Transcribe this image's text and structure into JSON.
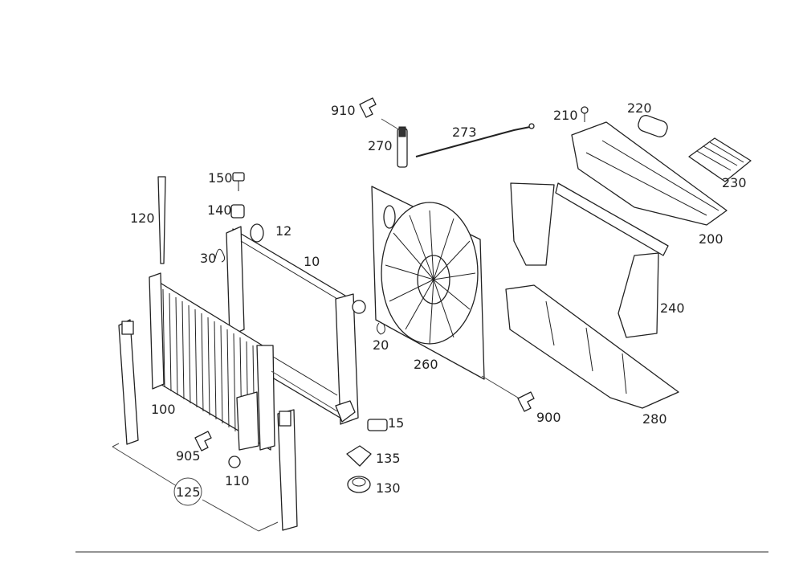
{
  "labels": {
    "l10": "10",
    "l12": "12",
    "l15": "15",
    "l20": "20",
    "l30": "30",
    "l100": "100",
    "l110": "110",
    "l120": "120",
    "l125": "125",
    "l130": "130",
    "l135": "135",
    "l140": "140",
    "l150": "150",
    "l200": "200",
    "l210": "210",
    "l220": "220",
    "l230": "230",
    "l240": "240",
    "l260": "260",
    "l270": "270",
    "l273": "273",
    "l280": "280",
    "l900": "900",
    "l905": "905",
    "l910": "910"
  }
}
